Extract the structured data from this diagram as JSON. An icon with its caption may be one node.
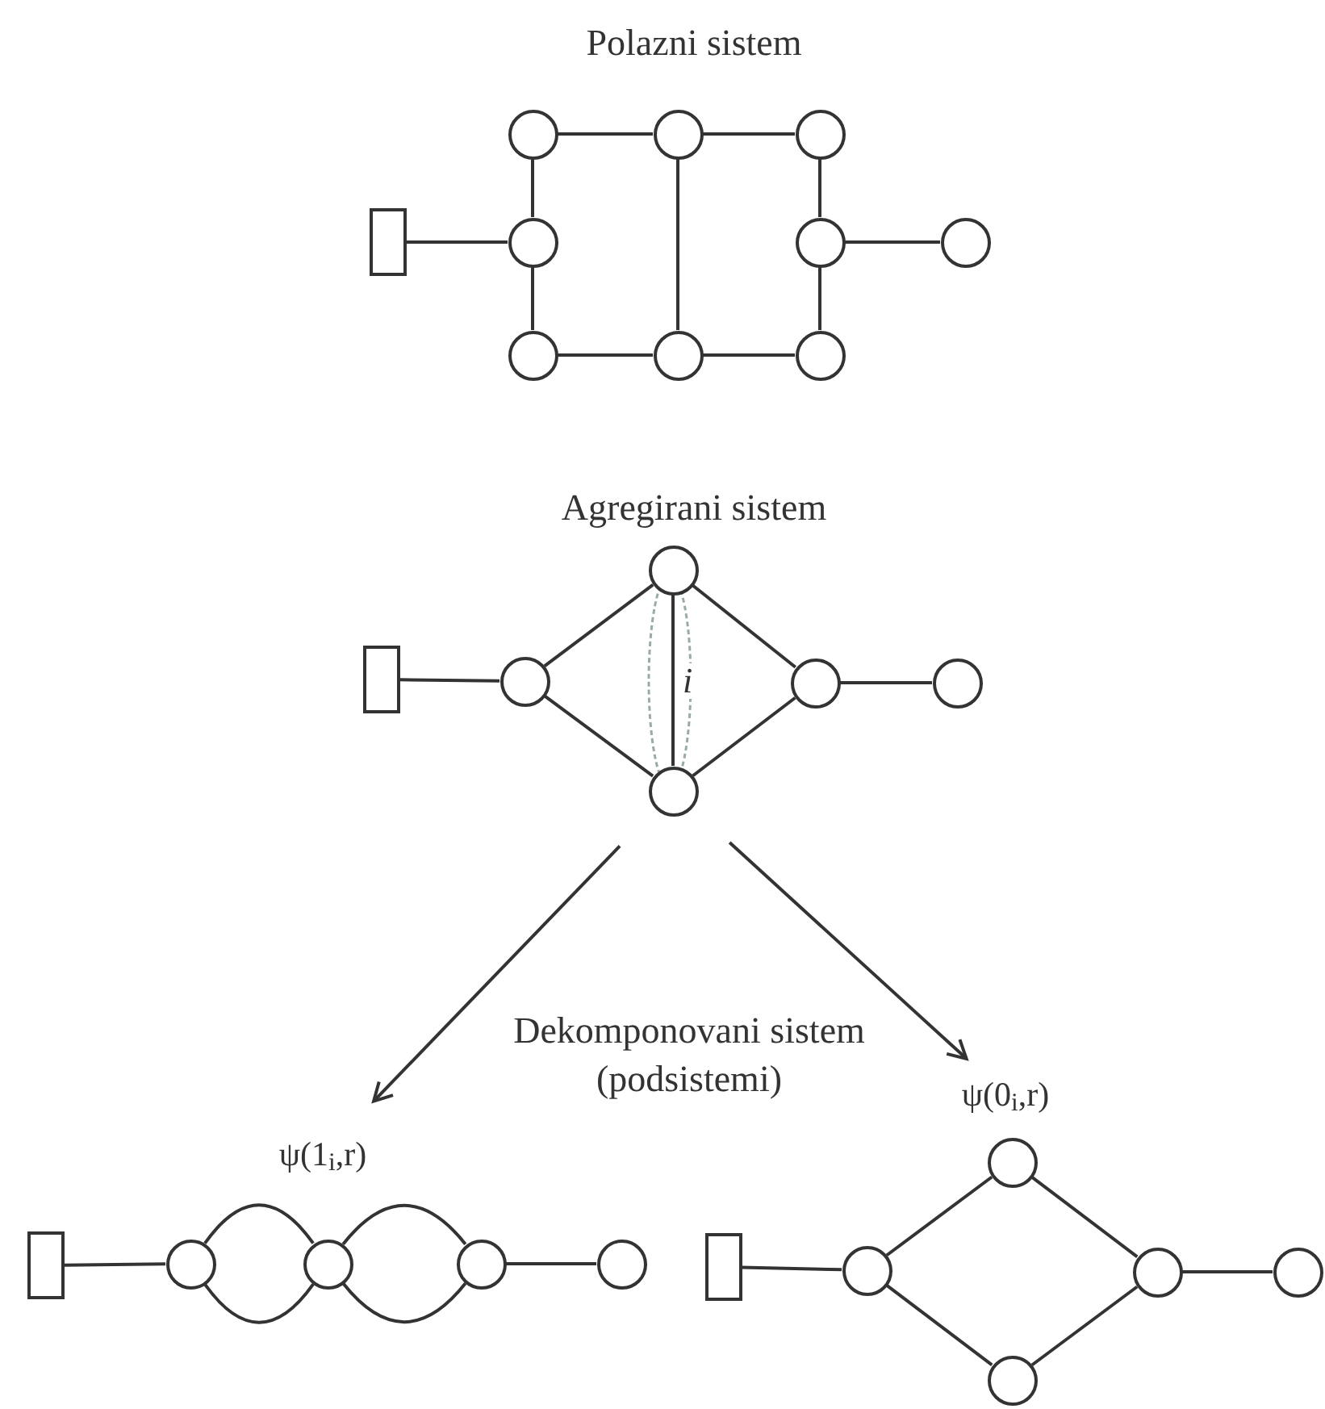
{
  "diagram": {
    "nodes": [
      {
        "text": [],
        "shape": "circle"
      },
      {
        "text": [],
        "shape": "circle"
      },
      {
        "text": [],
        "shape": "circle"
      },
      {
        "text": [],
        "shape": "box"
      },
      {
        "text": [],
        "shape": "circle"
      },
      {
        "text": [],
        "shape": "circle"
      },
      {
        "text": [],
        "shape": "circle"
      },
      {
        "text": [],
        "shape": "circle"
      },
      {
        "text": [],
        "shape": "circle"
      },
      {
        "text": [],
        "shape": "circle"
      },
      {
        "text": [],
        "shape": "circle"
      },
      {
        "text": [],
        "shape": "box"
      },
      {
        "text": [],
        "shape": "circle"
      },
      {
        "text": [],
        "shape": "circle"
      },
      {
        "text": [],
        "shape": "circle"
      },
      {
        "text": [],
        "shape": "circle"
      },
      {
        "text": [
          "ψ(1$_{i}$,r)"
        ]
      },
      {
        "text": [
          "ψ(0$_{i}$,r)"
        ]
      },
      {
        "text": [],
        "shape": "circle"
      },
      {
        "text": [],
        "shape": "box"
      },
      {
        "text": [],
        "shape": "circle"
      },
      {
        "text": [],
        "shape": "circle"
      },
      {
        "text": [],
        "shape": "circle"
      },
      {
        "text": [],
        "shape": "circle"
      },
      {
        "text": [],
        "shape": "box"
      },
      {
        "text": [],
        "shape": "circle"
      },
      {
        "text": [],
        "shape": "circle"
      },
      {
        "text": [],
        "shape": "circle"
      },
      {
        "text": [],
        "shape": "circle"
      }
    ],
    "edges": [
      {
        "from": 3,
        "to": 4,
        "arrow": "none"
      },
      {
        "from": 4,
        "to": 0,
        "arrow": "none"
      },
      {
        "from": 0,
        "to": 1,
        "arrow": "none"
      },
      {
        "from": 1,
        "to": 2,
        "arrow": "none"
      },
      {
        "from": 2,
        "to": 5,
        "arrow": "none"
      },
      {
        "from": 5,
        "to": 6,
        "arrow": "none"
      },
      {
        "from": 5,
        "to": 9,
        "arrow": "none"
      },
      {
        "from": 9,
        "to": 8,
        "arrow": "none"
      },
      {
        "from": 8,
        "to": 7,
        "arrow": "none"
      },
      {
        "from": 7,
        "to": 4,
        "arrow": "none"
      },
      {
        "from": 1,
        "to": 8,
        "arrow": "none"
      },
      {
        "from": 11,
        "to": 12,
        "arrow": "none"
      },
      {
        "from": 12,
        "to": 10,
        "arrow": "none"
      },
      {
        "from": 12,
        "to": 15,
        "arrow": "none"
      },
      {
        "from": 10,
        "to": 15,
        "arrow": "none",
        "label": "i"
      },
      {
        "from": 10,
        "to": 13,
        "arrow": "none"
      },
      {
        "from": 15,
        "to": 13,
        "arrow": "none"
      },
      {
        "from": 13,
        "to": 14,
        "arrow": "none"
      },
      {
        "from": 15,
        "to": 16,
        "arrow": "to"
      },
      {
        "from": 15,
        "to": 17,
        "arrow": "to"
      },
      {
        "from": 19,
        "to": 20,
        "arrow": "none"
      },
      {
        "from": 20,
        "to": 21,
        "arrow": "none"
      },
      {
        "from": 20,
        "to": 21,
        "arrow": "none"
      },
      {
        "from": 21,
        "to": 22,
        "arrow": "none"
      },
      {
        "from": 21,
        "to": 22,
        "arrow": "none"
      },
      {
        "from": 22,
        "to": 23,
        "arrow": "none"
      },
      {
        "from": 24,
        "to": 25,
        "arrow": "none"
      },
      {
        "from": 25,
        "to": 18,
        "arrow": "none"
      },
      {
        "from": 25,
        "to": 28,
        "arrow": "none"
      },
      {
        "from": 18,
        "to": 26,
        "arrow": "none"
      },
      {
        "from": 28,
        "to": 26,
        "arrow": "none"
      },
      {
        "from": 26,
        "to": 27,
        "arrow": "none"
      }
    ],
    "labels": [
      "Polazni sistem",
      "Agregirani sistem",
      "Dekomponovani sistem (podsistemi)"
    ]
  }
}
